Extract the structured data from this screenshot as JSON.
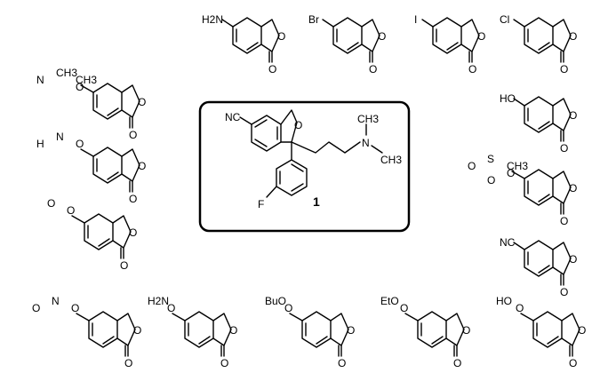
{
  "center": {
    "number": "1",
    "labels": {
      "nc": "NC",
      "o": "O",
      "n": "N",
      "f": "F"
    }
  },
  "molecules": [
    {
      "id": "amino",
      "substituent": "H2N"
    },
    {
      "id": "bromo",
      "substituent": "Br"
    },
    {
      "id": "iodo",
      "substituent": "I"
    },
    {
      "id": "chloro",
      "substituent": "Cl"
    },
    {
      "id": "oxazoline",
      "labels": [
        "CH3",
        "CH3",
        "N",
        "O"
      ]
    },
    {
      "id": "tbu-amide",
      "labels": [
        "O",
        "N",
        "H"
      ]
    },
    {
      "id": "tbu-ester",
      "labels": [
        "O",
        "O"
      ]
    },
    {
      "id": "morpholine-amide",
      "labels": [
        "O",
        "N",
        "O"
      ]
    },
    {
      "id": "amide",
      "labels": [
        "O",
        "H2N"
      ]
    },
    {
      "id": "bu-ester",
      "labels": [
        "O",
        "BuO"
      ]
    },
    {
      "id": "et-ester",
      "labels": [
        "O",
        "EtO"
      ]
    },
    {
      "id": "acid",
      "labels": [
        "O",
        "HO"
      ]
    },
    {
      "id": "hydroxy",
      "substituent": "HO"
    },
    {
      "id": "mesylate",
      "labels": [
        "CH3",
        "S",
        "O",
        "O",
        "O"
      ]
    },
    {
      "id": "cyano",
      "substituent": "NC"
    }
  ],
  "ring_labels": {
    "ring_o": "O",
    "carbonyl_o": "O"
  }
}
